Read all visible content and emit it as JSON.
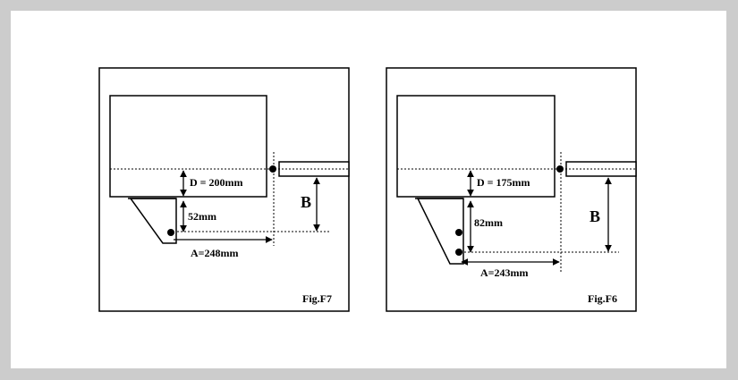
{
  "figures": [
    {
      "id": "F7",
      "caption": "Fig.F7",
      "labels": {
        "d": "D = 200mm",
        "height": "52mm",
        "a": "A=248mm",
        "b": "B"
      }
    },
    {
      "id": "F6",
      "caption": "Fig.F6",
      "labels": {
        "d": "D = 175mm",
        "height": "82mm",
        "a": "A=243mm",
        "b": "B"
      }
    }
  ],
  "colors": {
    "background": "#cccccc",
    "panel": "#ffffff",
    "ink": "#000000"
  }
}
